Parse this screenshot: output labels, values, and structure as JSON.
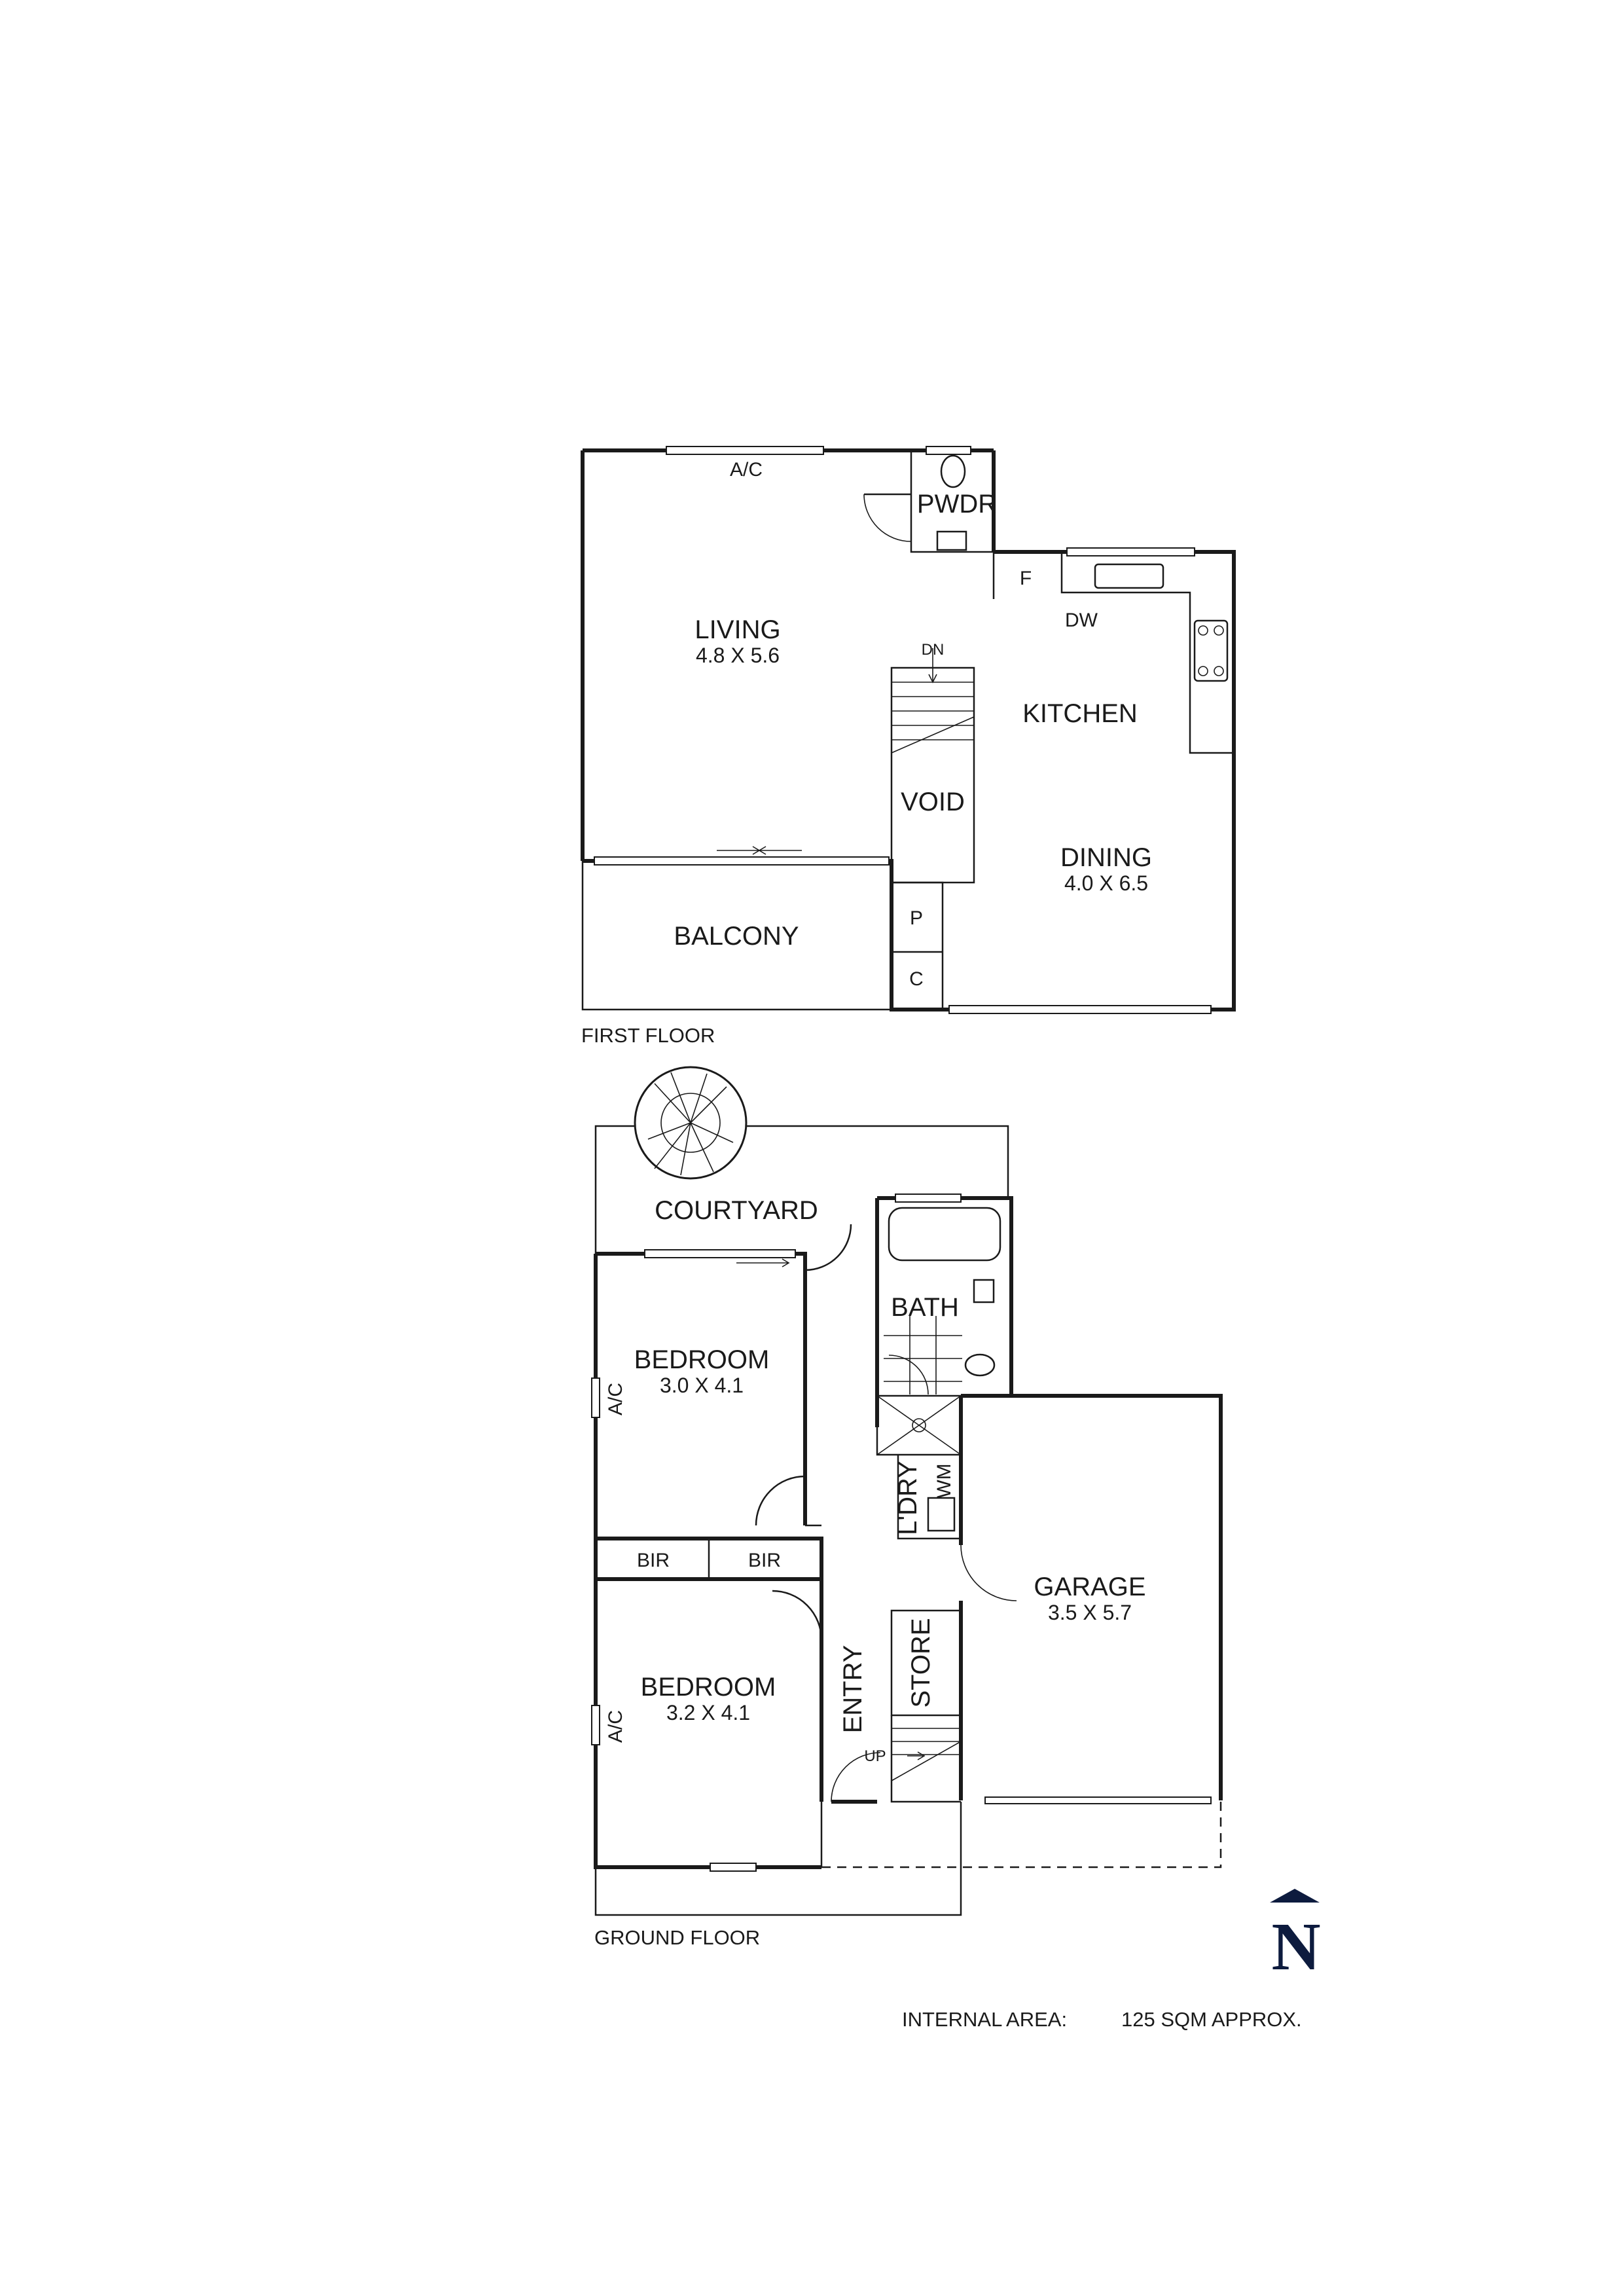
{
  "floors": {
    "first": {
      "caption": "FIRST FLOOR",
      "rooms": {
        "living": {
          "name": "LIVING",
          "size": "4.8 X 5.6"
        },
        "pwdr": {
          "name": "PWDR"
        },
        "kitchen": {
          "name": "KITCHEN"
        },
        "dining": {
          "name": "DINING",
          "size": "4.0 X 6.5"
        },
        "void": {
          "name": "VOID"
        },
        "balcony": {
          "name": "BALCONY"
        },
        "pantry": {
          "name": "P"
        },
        "cupboard": {
          "name": "C"
        }
      },
      "labels": {
        "ac": "A/C",
        "fridge": "F",
        "dishwasher": "DW",
        "stairs_down": "DN"
      }
    },
    "ground": {
      "caption": "GROUND FLOOR",
      "rooms": {
        "courtyard": {
          "name": "COURTYARD"
        },
        "bath": {
          "name": "BATH"
        },
        "bedroom1": {
          "name": "BEDROOM",
          "size": "3.0 X 4.1"
        },
        "bedroom2": {
          "name": "BEDROOM",
          "size": "3.2 X 4.1"
        },
        "bir1": {
          "name": "BIR"
        },
        "bir2": {
          "name": "BIR"
        },
        "laundry": {
          "name": "L'DRY"
        },
        "wm": {
          "name": "WM"
        },
        "entry": {
          "name": "ENTRY"
        },
        "store": {
          "name": "STORE"
        },
        "garage": {
          "name": "GARAGE",
          "size": "3.5 X 5.7"
        }
      },
      "labels": {
        "ac1": "A/C",
        "ac2": "A/C",
        "stairs_up": "UP"
      }
    }
  },
  "north": "N",
  "area": {
    "label": "INTERNAL AREA:",
    "value": "125 SQM APPROX."
  }
}
